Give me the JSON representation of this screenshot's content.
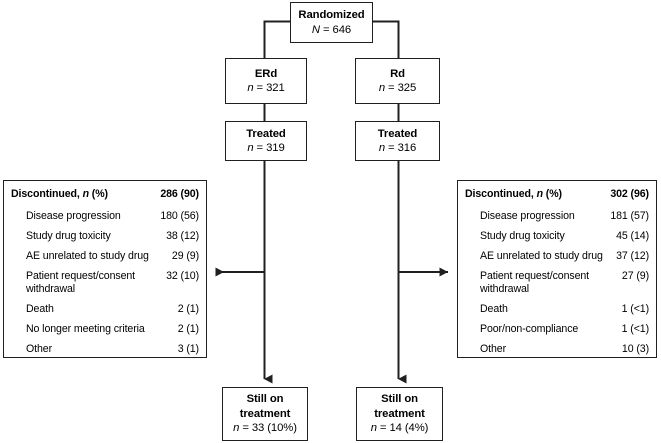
{
  "figure": {
    "type": "consort-flow-diagram",
    "title": "Patient disposition flow diagram"
  },
  "nodes": {
    "randomized": {
      "title": "Randomized",
      "n_label": "N",
      "n_value": "646",
      "sub": "N = 646"
    },
    "erd": {
      "title": "ERd",
      "n_label": "n",
      "n_value": "321",
      "sub": "n = 321"
    },
    "rd": {
      "title": "Rd",
      "n_label": "n",
      "n_value": "325",
      "sub": "n = 325"
    },
    "treated_left": {
      "title": "Treated",
      "n_label": "n",
      "n_value": "319",
      "sub": "n = 319"
    },
    "treated_right": {
      "title": "Treated",
      "n_label": "n",
      "n_value": "316",
      "sub": "n = 316"
    },
    "still_left": {
      "title_line1": "Still on",
      "title_line2": "treatment",
      "n_label": "n",
      "n_value": "33 (10%)",
      "sub": "n = 33 (10%)"
    },
    "still_right": {
      "title_line1": "Still on",
      "title_line2": "treatment",
      "n_label": "n",
      "n_value": "14 (4%)",
      "sub": "n = 14 (4%)"
    }
  },
  "panels": {
    "left": {
      "header_label_prefix": "Discontinued, ",
      "header_label_italic": "n",
      "header_label_suffix": " (%)",
      "header_value": "286 (90)",
      "rows": [
        {
          "label": "Disease progression",
          "value": "180 (56)"
        },
        {
          "label": "Study drug toxicity",
          "value": "38 (12)"
        },
        {
          "label": "AE unrelated to study drug",
          "value": "29 (9)"
        },
        {
          "label": "Patient request/consent withdrawal",
          "value": "32 (10)"
        },
        {
          "label": "Death",
          "value": "2 (1)"
        },
        {
          "label": "No longer meeting criteria",
          "value": "2 (1)"
        },
        {
          "label": "Other",
          "value": "3 (1)"
        }
      ]
    },
    "right": {
      "header_label_prefix": "Discontinued, ",
      "header_label_italic": "n",
      "header_label_suffix": " (%)",
      "header_value": "302 (96)",
      "rows": [
        {
          "label": "Disease progression",
          "value": "181 (57)"
        },
        {
          "label": "Study drug toxicity",
          "value": "45 (14)"
        },
        {
          "label": "AE unrelated to study drug",
          "value": "37 (12)"
        },
        {
          "label": "Patient request/consent withdrawal",
          "value": "27 (9)"
        },
        {
          "label": "Death",
          "value": "1 (<1)"
        },
        {
          "label": "Poor/non-compliance",
          "value": "1 (<1)"
        },
        {
          "label": "Other",
          "value": "10 (3)"
        }
      ]
    }
  },
  "style": {
    "line_color": "#231f20",
    "box_border_color": "#231f20",
    "background": "#ffffff",
    "text_color": "#000000"
  }
}
